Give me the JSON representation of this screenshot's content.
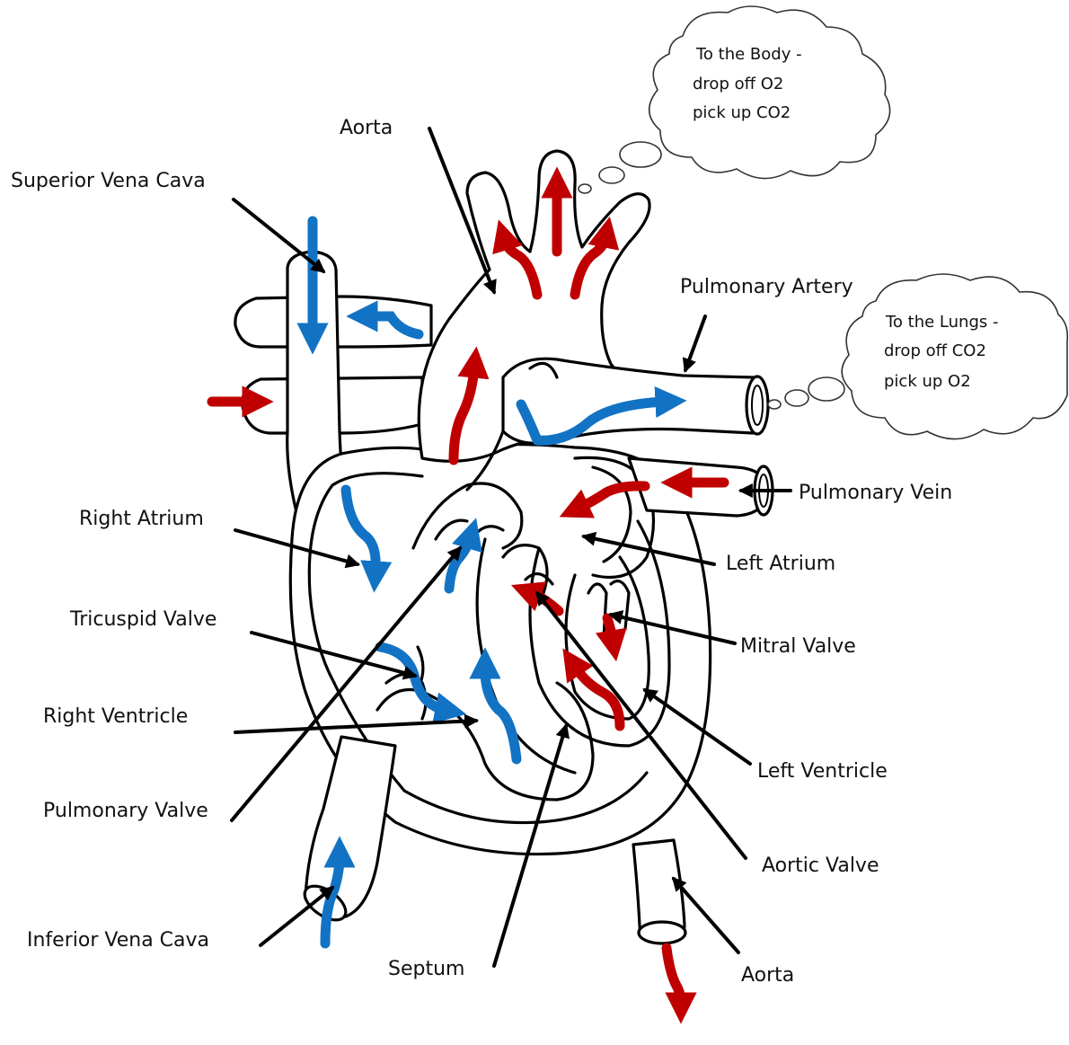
{
  "colors": {
    "oxygenated_flow": "#c00000",
    "deoxygenated_flow": "#1273c4",
    "outline": "#000000",
    "background": "#ffffff"
  },
  "labels": {
    "aorta_top": "Aorta",
    "superior_vena_cava": "Superior Vena Cava",
    "pulmonary_artery": "Pulmonary Artery",
    "pulmonary_vein": "Pulmonary Vein",
    "right_atrium": "Right Atrium",
    "left_atrium": "Left Atrium",
    "tricuspid_valve": "Tricuspid Valve",
    "mitral_valve": "Mitral Valve",
    "right_ventricle": "Right Ventricle",
    "left_ventricle": "Left Ventricle",
    "pulmonary_valve": "Pulmonary Valve",
    "aortic_valve": "Aortic Valve",
    "inferior_vena_cava": "Inferior Vena Cava",
    "septum": "Septum",
    "aorta_bottom": "Aorta"
  },
  "clouds": {
    "body": {
      "line1": "To the Body -",
      "line2": "drop off O2",
      "line3": "pick up CO2"
    },
    "lungs": {
      "line1": "To the Lungs -",
      "line2": "drop off CO2",
      "line3": "pick up O2"
    }
  }
}
